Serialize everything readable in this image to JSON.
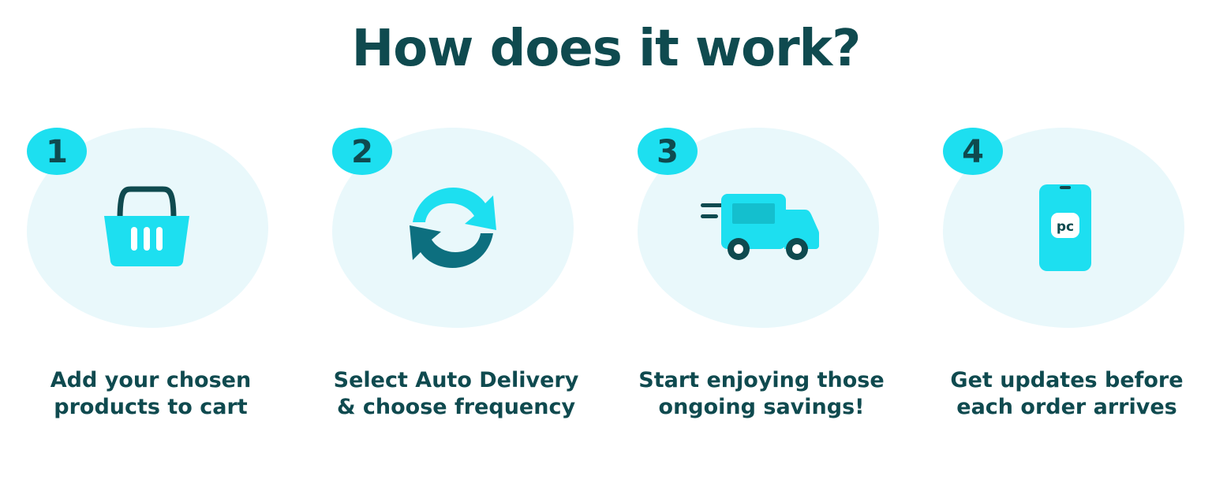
{
  "heading": "How does it work?",
  "colors": {
    "text": "#0f4a4f",
    "accent": "#1ddff0",
    "accent_dark": "#0d6f7f",
    "blob": "#e9f8fb"
  },
  "steps": [
    {
      "number": "1",
      "icon": "basket-icon",
      "caption_line1": "Add your chosen",
      "caption_line2": "products to cart"
    },
    {
      "number": "2",
      "icon": "refresh-icon",
      "caption_line1": "Select Auto Delivery",
      "caption_line2": "& choose frequency"
    },
    {
      "number": "3",
      "icon": "delivery-truck-icon",
      "caption_line1": "Start enjoying those",
      "caption_line2": "ongoing savings!"
    },
    {
      "number": "4",
      "icon": "phone-icon",
      "caption_line1": "Get updates before",
      "caption_line2": "each order arrives"
    }
  ],
  "phone_logo_text": "pc"
}
